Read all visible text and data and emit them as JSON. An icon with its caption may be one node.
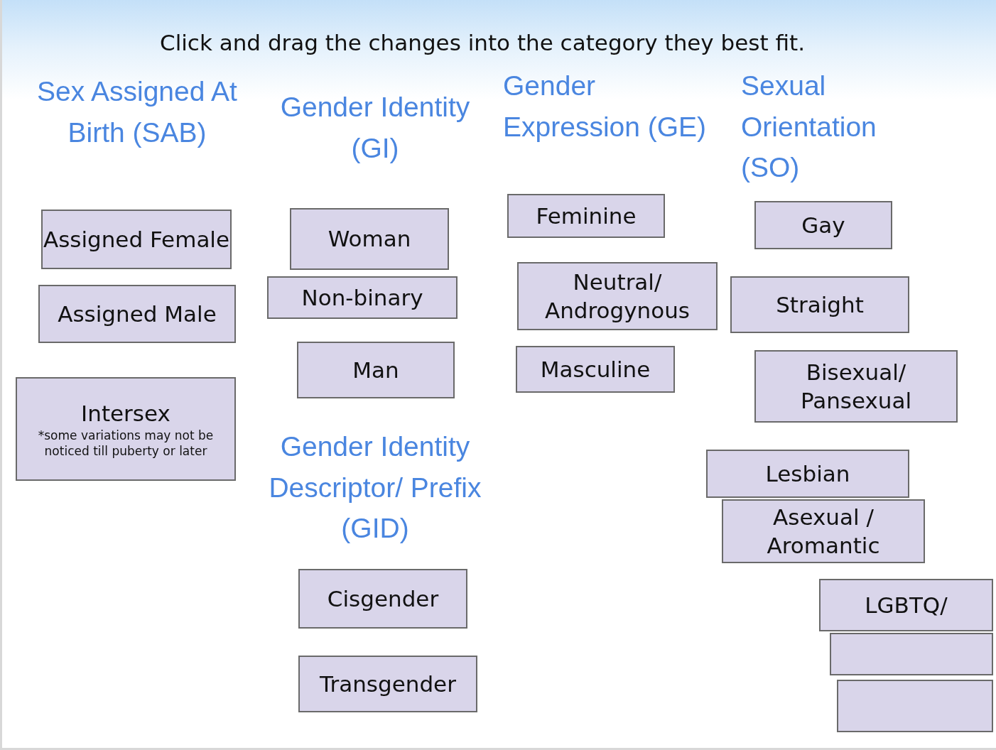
{
  "diagram": {
    "title": "Click and drag the changes into the category they best fit.",
    "nodes": [
      {
        "text": [
          "Assigned Female"
        ]
      },
      {
        "text": [
          "Assigned Male"
        ]
      },
      {
        "text": [
          "Intersex",
          "*some variations may not be noticed till puberty or later"
        ]
      },
      {
        "text": [
          "Woman"
        ]
      },
      {
        "text": [
          "Non-binary"
        ]
      },
      {
        "text": [
          "Man"
        ]
      },
      {
        "text": [
          "Cisgender"
        ]
      },
      {
        "text": [
          "Transgender"
        ]
      },
      {
        "text": [
          "Feminine"
        ]
      },
      {
        "text": [
          "Neutral/ Androgynous"
        ]
      },
      {
        "text": [
          "Masculine"
        ]
      },
      {
        "text": [
          "Gay"
        ]
      },
      {
        "text": [
          "Straight"
        ]
      },
      {
        "text": [
          "Bisexual/ Pansexual"
        ]
      },
      {
        "text": [
          "Lesbian"
        ]
      },
      {
        "text": [
          "Asexual / Aromantic"
        ]
      },
      {
        "text": [
          "LGBTQ/"
        ]
      },
      {
        "text": [],
        "shape": "box"
      },
      {
        "text": [],
        "shape": "box"
      }
    ],
    "edges": [],
    "labels": [
      "Sex Assigned At Birth (SAB)",
      "Gender Identity (GI)",
      "Gender Expression (GE)",
      "Sexual Orientation (SO)",
      "Gender Identity Descriptor/ Prefix (GID)"
    ]
  }
}
